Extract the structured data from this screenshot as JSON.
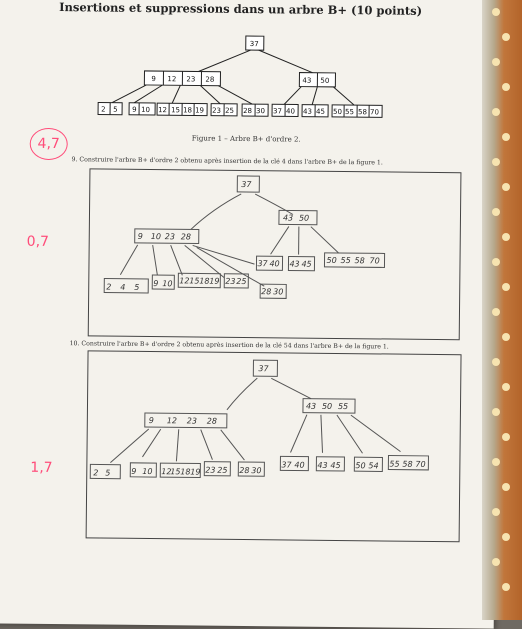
{
  "title": "Insertions et suppressions dans un arbre B+ (10 points)",
  "figure_caption": "Figure 1 – Arbre B+ d'ordre 2.",
  "question9": "9. Construire l'arbre B+ d'ordre 2 obtenu après insertion de la clé 4 dans l'arbre B+ de la figure 1.",
  "question10": "10. Construire l'arbre B+ d'ordre 2 obtenu après insertion de la clé 54 dans l'arbre B+ de la figure 1.",
  "grades": [
    "4,7",
    "0,7",
    "1,7"
  ],
  "printed_tree": {
    "root": [
      "37"
    ],
    "level1": [
      [
        "9",
        "12",
        "23",
        "28"
      ],
      [
        "43",
        "50"
      ]
    ],
    "leaves": [
      [
        "2",
        "5"
      ],
      [
        "9",
        "10"
      ],
      [
        "12",
        "15",
        "18",
        "19"
      ],
      [
        "23",
        "25"
      ],
      [
        "28",
        "30"
      ],
      [
        "37",
        "40"
      ],
      [
        "43",
        "45"
      ],
      [
        "50",
        "55",
        "58",
        "70"
      ]
    ]
  },
  "answer9": {
    "root": [
      "37"
    ],
    "level1": [
      [
        "9",
        "10",
        "23",
        "28"
      ],
      [
        "43",
        "50"
      ]
    ],
    "leaves": [
      [
        "2",
        "4",
        "5"
      ],
      [
        "9",
        "10"
      ],
      [
        "12",
        "15",
        "18",
        "19"
      ],
      [
        "23",
        "25"
      ],
      [
        "37",
        "40"
      ],
      [
        "43",
        "45"
      ],
      [
        "50",
        "55",
        "58",
        "70"
      ],
      [
        "28",
        "30"
      ]
    ]
  },
  "answer10": {
    "root": [
      "37"
    ],
    "level1": [
      [
        "9",
        "12",
        "23",
        "28"
      ],
      [
        "43",
        "50",
        "55"
      ]
    ],
    "leaves": [
      [
        "2",
        "5"
      ],
      [
        "9",
        "10"
      ],
      [
        "12",
        "15",
        "18",
        "19"
      ],
      [
        "23",
        "25"
      ],
      [
        "28",
        "30"
      ],
      [
        "37",
        "40"
      ],
      [
        "43",
        "45"
      ],
      [
        "50",
        "54"
      ],
      [
        "55",
        "58",
        "70"
      ]
    ]
  },
  "colors": {
    "paper": "#f4f2ec",
    "ink": "#222222",
    "grade": "#ff4d7a",
    "background": "#6f6a63"
  }
}
